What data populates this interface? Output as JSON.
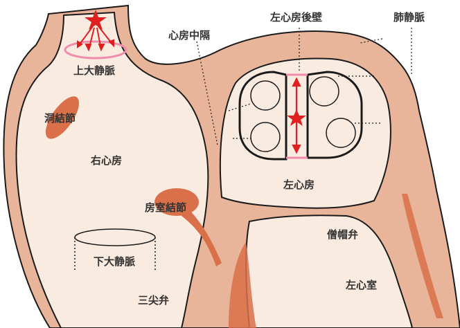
{
  "labels": {
    "superior_vena_cava": "上大静脈",
    "sinoatrial_node": "洞結節",
    "right_atrium": "右心房",
    "atrioventricular_node": "房室結節",
    "inferior_vena_cava": "下大静脈",
    "tricuspid_valve": "三尖弁",
    "interatrial_septum": "心房中隔",
    "left_atrial_posterior_wall": "左心房後壁",
    "pulmonary_veins": "肺静脈",
    "left_atrium": "左心房",
    "mitral_valve": "僧帽弁",
    "left_ventricle": "左心室"
  },
  "colors": {
    "wall": "#e8b49a",
    "chamber": "#faebe1",
    "conduction": "#d9704a",
    "outline": "#1a1a1a",
    "arrow": "#e0201e",
    "ring": "#f08cac"
  }
}
